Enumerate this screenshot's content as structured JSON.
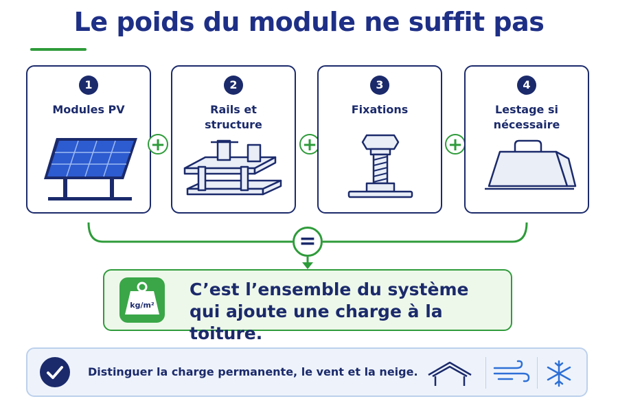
{
  "title": "Le poids du module ne suffit pas",
  "components": [
    {
      "number": "1",
      "label": "Modules PV",
      "icon": "solar-panel-icon"
    },
    {
      "number": "2",
      "label": "Rails et\nstructure",
      "icon": "rails-icon"
    },
    {
      "number": "3",
      "label": "Fixations",
      "icon": "bolt-icon"
    },
    {
      "number": "4",
      "label": "Lestage si\nnécessaire",
      "icon": "ballast-icon"
    }
  ],
  "operators": {
    "plus": "+",
    "equals": "="
  },
  "result": {
    "line1": "C’est l’ensemble du système",
    "line2": "qui ajoute une charge à la toiture.",
    "weight_unit": "kg/m²"
  },
  "note": {
    "text": "Distinguer la charge permanente, le vent et la neige.",
    "icons": [
      "roof-icon",
      "wind-icon",
      "snowflake-icon"
    ]
  },
  "colors": {
    "navy": "#1b2a6b",
    "green": "#2e9b3a",
    "light_green": "#eef8ea",
    "light_blue": "#eef3fb"
  }
}
